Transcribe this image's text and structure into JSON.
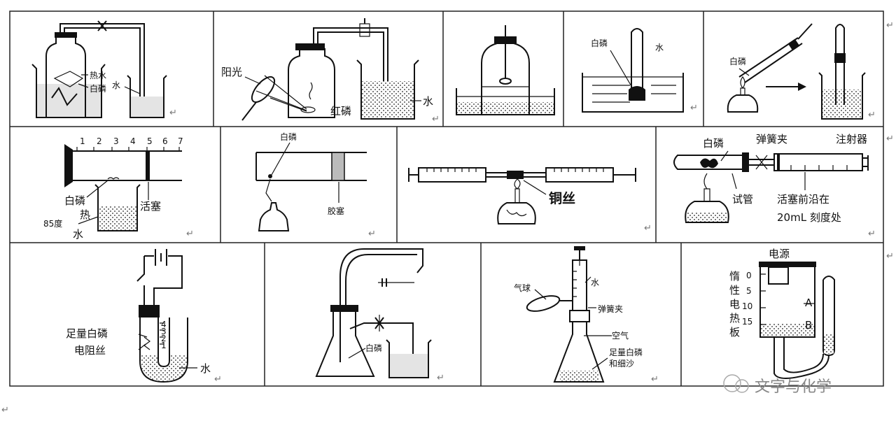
{
  "labels": {
    "r1": {
      "hot_water": "热水",
      "white_p": "白磷",
      "water": "水"
    },
    "r2": {
      "sunlight": "阳光",
      "red_p": "红磷",
      "water": "水"
    },
    "r4": {
      "white_p": "白磷",
      "water": "水"
    },
    "r5": {
      "white_p": "白磷"
    },
    "r6": {
      "ticks": [
        "1",
        "2",
        "3",
        "4",
        "5",
        "6",
        "7"
      ],
      "white_p": "白磷",
      "piston": "活塞",
      "temp": "85度",
      "hot": "热",
      "water": "水"
    },
    "r7": {
      "white_p": "白磷",
      "rubber": "胶塞"
    },
    "r8": {
      "copper": "铜丝"
    },
    "r9": {
      "white_p": "白磷",
      "clamp": "弹簧夹",
      "syringe": "注射器",
      "tube": "试管",
      "note1": "活塞前沿在",
      "note2": "20mL 刻度处"
    },
    "r10": {
      "white_p": "足量白磷",
      "resistor": "电阻丝",
      "water": "水",
      "ticks": [
        "4",
        "3",
        "2",
        "1"
      ]
    },
    "r11": {
      "white_p": "白磷"
    },
    "r12": {
      "balloon": "气球",
      "water": "水",
      "clamp": "弹簧夹",
      "air": "空气",
      "sand1": "足量白磷",
      "sand2": "和细沙"
    },
    "r13": {
      "power": "电源",
      "heater": [
        "惰",
        "性",
        "电",
        "热",
        "板"
      ],
      "scale": [
        "0",
        "5",
        "10",
        "15"
      ],
      "a": "A",
      "b": "B"
    }
  },
  "return_mark": "↵",
  "watermark": "文字与化学"
}
